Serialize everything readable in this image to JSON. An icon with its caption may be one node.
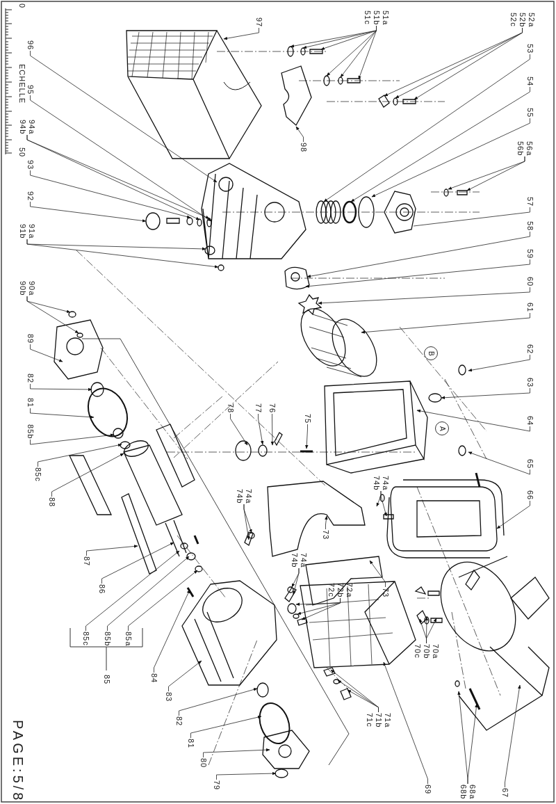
{
  "diagram": {
    "nodes": [
      {
        "text": [
          "51a",
          "51b",
          "51c"
        ]
      },
      {
        "text": [
          "52a",
          "52b",
          "52c"
        ]
      },
      {
        "text": [
          "53"
        ]
      },
      {
        "text": [
          "54"
        ]
      },
      {
        "text": [
          "55"
        ]
      },
      {
        "text": [
          "56a",
          "56b"
        ]
      },
      {
        "text": [
          "57"
        ]
      },
      {
        "text": [
          "58"
        ]
      },
      {
        "text": [
          "59"
        ]
      },
      {
        "text": [
          "60"
        ]
      },
      {
        "text": [
          "61"
        ]
      },
      {
        "text": [
          "62"
        ]
      },
      {
        "text": [
          "63"
        ]
      },
      {
        "text": [
          "64"
        ]
      },
      {
        "text": [
          "65"
        ]
      },
      {
        "text": [
          "66"
        ]
      },
      {
        "text": [
          "B"
        ]
      },
      {
        "text": [
          "A"
        ]
      },
      {
        "text": [
          "97"
        ]
      },
      {
        "text": [
          "98"
        ]
      },
      {
        "text": [
          "75"
        ]
      },
      {
        "text": [
          "76"
        ]
      },
      {
        "text": [
          "77"
        ]
      },
      {
        "text": [
          "78"
        ]
      },
      {
        "text": [
          "74a",
          "74b"
        ]
      },
      {
        "text": [
          "73"
        ]
      },
      {
        "text": [
          "74a",
          "74b"
        ]
      },
      {
        "text": [
          "74a",
          "74b"
        ]
      },
      {
        "text": [
          "72a",
          "72b",
          "72c"
        ]
      },
      {
        "text": [
          "73"
        ]
      },
      {
        "text": [
          "70a",
          "70b",
          "70c"
        ]
      },
      {
        "text": [
          "71a",
          "71b",
          "71c"
        ]
      },
      {
        "text": [
          "69"
        ]
      },
      {
        "text": [
          "68a",
          "68b"
        ]
      },
      {
        "text": [
          "67"
        ]
      },
      {
        "text": [
          "96"
        ]
      },
      {
        "text": [
          "95"
        ]
      },
      {
        "text": [
          "94a",
          "94b"
        ]
      },
      {
        "text": [
          "93"
        ]
      },
      {
        "text": [
          "92"
        ]
      },
      {
        "text": [
          "91a",
          "91b"
        ]
      },
      {
        "text": [
          "90a",
          "90b"
        ]
      },
      {
        "text": [
          "89"
        ]
      },
      {
        "text": [
          "82"
        ]
      },
      {
        "text": [
          "81"
        ]
      },
      {
        "text": [
          "85b"
        ]
      },
      {
        "text": [
          "85c"
        ]
      },
      {
        "text": [
          "88"
        ]
      },
      {
        "text": [
          "87"
        ]
      },
      {
        "text": [
          "86"
        ]
      },
      {
        "text": [
          "85c"
        ]
      },
      {
        "text": [
          "85b"
        ]
      },
      {
        "text": [
          "85a"
        ]
      },
      {
        "text": [
          "85"
        ]
      },
      {
        "text": [
          "84"
        ]
      },
      {
        "text": [
          "83"
        ]
      },
      {
        "text": [
          "82"
        ]
      },
      {
        "text": [
          "81"
        ]
      },
      {
        "text": [
          "80"
        ]
      },
      {
        "text": [
          "79"
        ]
      }
    ],
    "edges": [
      {
        "from": 0,
        "to": null,
        "arrow": "to"
      },
      {
        "from": 0,
        "to": null,
        "arrow": "to"
      },
      {
        "from": 0,
        "to": null,
        "arrow": "to"
      },
      {
        "from": 0,
        "to": null,
        "arrow": "to"
      },
      {
        "from": 0,
        "to": null,
        "arrow": "to"
      },
      {
        "from": 0,
        "to": null,
        "arrow": "to"
      },
      {
        "from": 1,
        "to": null,
        "arrow": "to"
      },
      {
        "from": 1,
        "to": null,
        "arrow": "to"
      },
      {
        "from": 1,
        "to": null,
        "arrow": "to"
      },
      {
        "from": 2,
        "to": null,
        "arrow": "to"
      },
      {
        "from": 3,
        "to": null,
        "arrow": "to"
      },
      {
        "from": 4,
        "to": null,
        "arrow": "to"
      },
      {
        "from": 5,
        "to": null,
        "arrow": "to"
      },
      {
        "from": 5,
        "to": null,
        "arrow": "to"
      },
      {
        "from": 6,
        "to": null,
        "arrow": "none"
      },
      {
        "from": 7,
        "to": null,
        "arrow": "to"
      },
      {
        "from": 8,
        "to": null,
        "arrow": "to"
      },
      {
        "from": 9,
        "to": null,
        "arrow": "to"
      },
      {
        "from": 10,
        "to": null,
        "arrow": "to"
      },
      {
        "from": 11,
        "to": null,
        "arrow": "to"
      },
      {
        "from": 12,
        "to": null,
        "arrow": "to"
      },
      {
        "from": 13,
        "to": null,
        "arrow": "to"
      },
      {
        "from": 14,
        "to": null,
        "arrow": "to"
      },
      {
        "from": 15,
        "to": null,
        "arrow": "to"
      },
      {
        "from": 18,
        "to": null,
        "arrow": "to"
      },
      {
        "from": 19,
        "to": null,
        "arrow": "to"
      },
      {
        "from": 20,
        "to": null,
        "arrow": "to"
      },
      {
        "from": 21,
        "to": null,
        "arrow": "to"
      },
      {
        "from": 22,
        "to": null,
        "arrow": "to"
      },
      {
        "from": 23,
        "to": null,
        "arrow": "to"
      },
      {
        "from": 24,
        "to": null,
        "arrow": "to"
      },
      {
        "from": 24,
        "to": null,
        "arrow": "to"
      },
      {
        "from": 25,
        "to": null,
        "arrow": "to"
      },
      {
        "from": 26,
        "to": null,
        "arrow": "to"
      },
      {
        "from": 26,
        "to": null,
        "arrow": "to"
      },
      {
        "from": 27,
        "to": null,
        "arrow": "to"
      },
      {
        "from": 27,
        "to": null,
        "arrow": "to"
      },
      {
        "from": 28,
        "to": null,
        "arrow": "to"
      },
      {
        "from": 28,
        "to": null,
        "arrow": "to"
      },
      {
        "from": 28,
        "to": null,
        "arrow": "to"
      },
      {
        "from": 29,
        "to": null,
        "arrow": "to"
      },
      {
        "from": 30,
        "to": null,
        "arrow": "to"
      },
      {
        "from": 30,
        "to": null,
        "arrow": "to"
      },
      {
        "from": 30,
        "to": null,
        "arrow": "to"
      },
      {
        "from": 31,
        "to": null,
        "arrow": "to"
      },
      {
        "from": 31,
        "to": null,
        "arrow": "to"
      },
      {
        "from": 31,
        "to": null,
        "arrow": "to"
      },
      {
        "from": 32,
        "to": null,
        "arrow": "to"
      },
      {
        "from": 33,
        "to": null,
        "arrow": "to"
      },
      {
        "from": 33,
        "to": null,
        "arrow": "to"
      },
      {
        "from": 34,
        "to": null,
        "arrow": "to"
      },
      {
        "from": 35,
        "to": null,
        "arrow": "to"
      },
      {
        "from": 36,
        "to": null,
        "arrow": "to"
      },
      {
        "from": 37,
        "to": null,
        "arrow": "to"
      },
      {
        "from": 37,
        "to": null,
        "arrow": "to"
      },
      {
        "from": 38,
        "to": null,
        "arrow": "to"
      },
      {
        "from": 39,
        "to": null,
        "arrow": "to"
      },
      {
        "from": 40,
        "to": null,
        "arrow": "to"
      },
      {
        "from": 40,
        "to": null,
        "arrow": "to"
      },
      {
        "from": 41,
        "to": null,
        "arrow": "to"
      },
      {
        "from": 41,
        "to": null,
        "arrow": "to"
      },
      {
        "from": 42,
        "to": null,
        "arrow": "to"
      },
      {
        "from": 43,
        "to": null,
        "arrow": "to"
      },
      {
        "from": 44,
        "to": null,
        "arrow": "to"
      },
      {
        "from": 45,
        "to": null,
        "arrow": "to"
      },
      {
        "from": 46,
        "to": null,
        "arrow": "to"
      },
      {
        "from": 47,
        "to": null,
        "arrow": "to"
      },
      {
        "from": 48,
        "to": null,
        "arrow": "to"
      },
      {
        "from": 49,
        "to": null,
        "arrow": "to"
      },
      {
        "from": 50,
        "to": null,
        "arrow": "to"
      },
      {
        "from": 51,
        "to": null,
        "arrow": "to"
      },
      {
        "from": 52,
        "to": null,
        "arrow": "to"
      },
      {
        "from": 54,
        "to": null,
        "arrow": "to"
      },
      {
        "from": 55,
        "to": null,
        "arrow": "to"
      },
      {
        "from": 56,
        "to": null,
        "arrow": "to"
      },
      {
        "from": 57,
        "to": null,
        "arrow": "to"
      },
      {
        "from": 58,
        "to": null,
        "arrow": "to"
      },
      {
        "from": 59,
        "to": null,
        "arrow": "to"
      }
    ],
    "labels": [
      "0",
      "ECHELLE",
      "50",
      "PAGE:5/8"
    ]
  }
}
